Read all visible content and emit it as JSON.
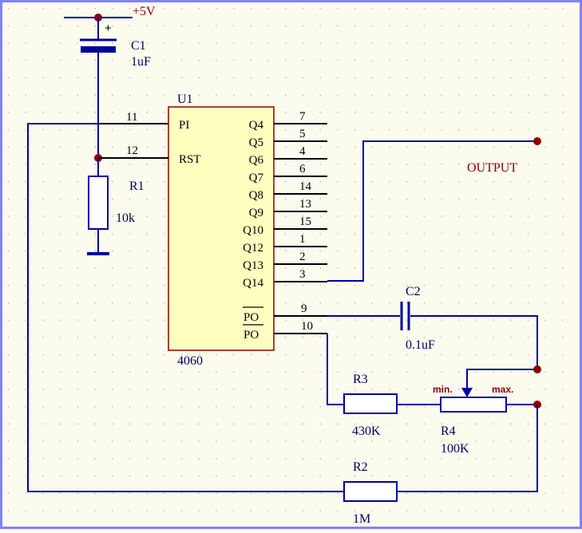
{
  "power": {
    "label": "+5V",
    "polarity": "+"
  },
  "c1": {
    "ref": "C1",
    "value": "1uF"
  },
  "c2": {
    "ref": "C2",
    "value": "0.1uF"
  },
  "r1": {
    "ref": "R1",
    "value": "10k"
  },
  "r2": {
    "ref": "R2",
    "value": "1M"
  },
  "r3": {
    "ref": "R3",
    "value": "430K"
  },
  "r4": {
    "ref": "R4",
    "value": "100K",
    "min_label": "min.",
    "max_label": "max."
  },
  "u1": {
    "ref": "U1",
    "part": "4060",
    "left_pins": [
      {
        "name": "PI",
        "number": "11"
      },
      {
        "name": "RST",
        "number": "12"
      }
    ],
    "right_pins": [
      {
        "name": "Q4",
        "number": "7"
      },
      {
        "name": "Q5",
        "number": "5"
      },
      {
        "name": "Q6",
        "number": "4"
      },
      {
        "name": "Q7",
        "number": "6"
      },
      {
        "name": "Q8",
        "number": "14"
      },
      {
        "name": "Q9",
        "number": "13"
      },
      {
        "name": "Q10",
        "number": "15"
      },
      {
        "name": "Q12",
        "number": "1"
      },
      {
        "name": "Q13",
        "number": "2"
      },
      {
        "name": "Q14",
        "number": "3"
      }
    ],
    "osc_pins": [
      {
        "name": "PO",
        "number": "9"
      },
      {
        "name": "PO",
        "number": "10"
      }
    ]
  },
  "output": {
    "label": "OUTPUT"
  },
  "colors": {
    "background": "#fbfbee",
    "grid_dot": "#9a9a9a",
    "border": "#8080ff",
    "wire": "#0000a0",
    "chip_fill": "#ffffc0",
    "chip_border": "#8b0000",
    "junction": "#8b0000",
    "text": "#00005f"
  }
}
